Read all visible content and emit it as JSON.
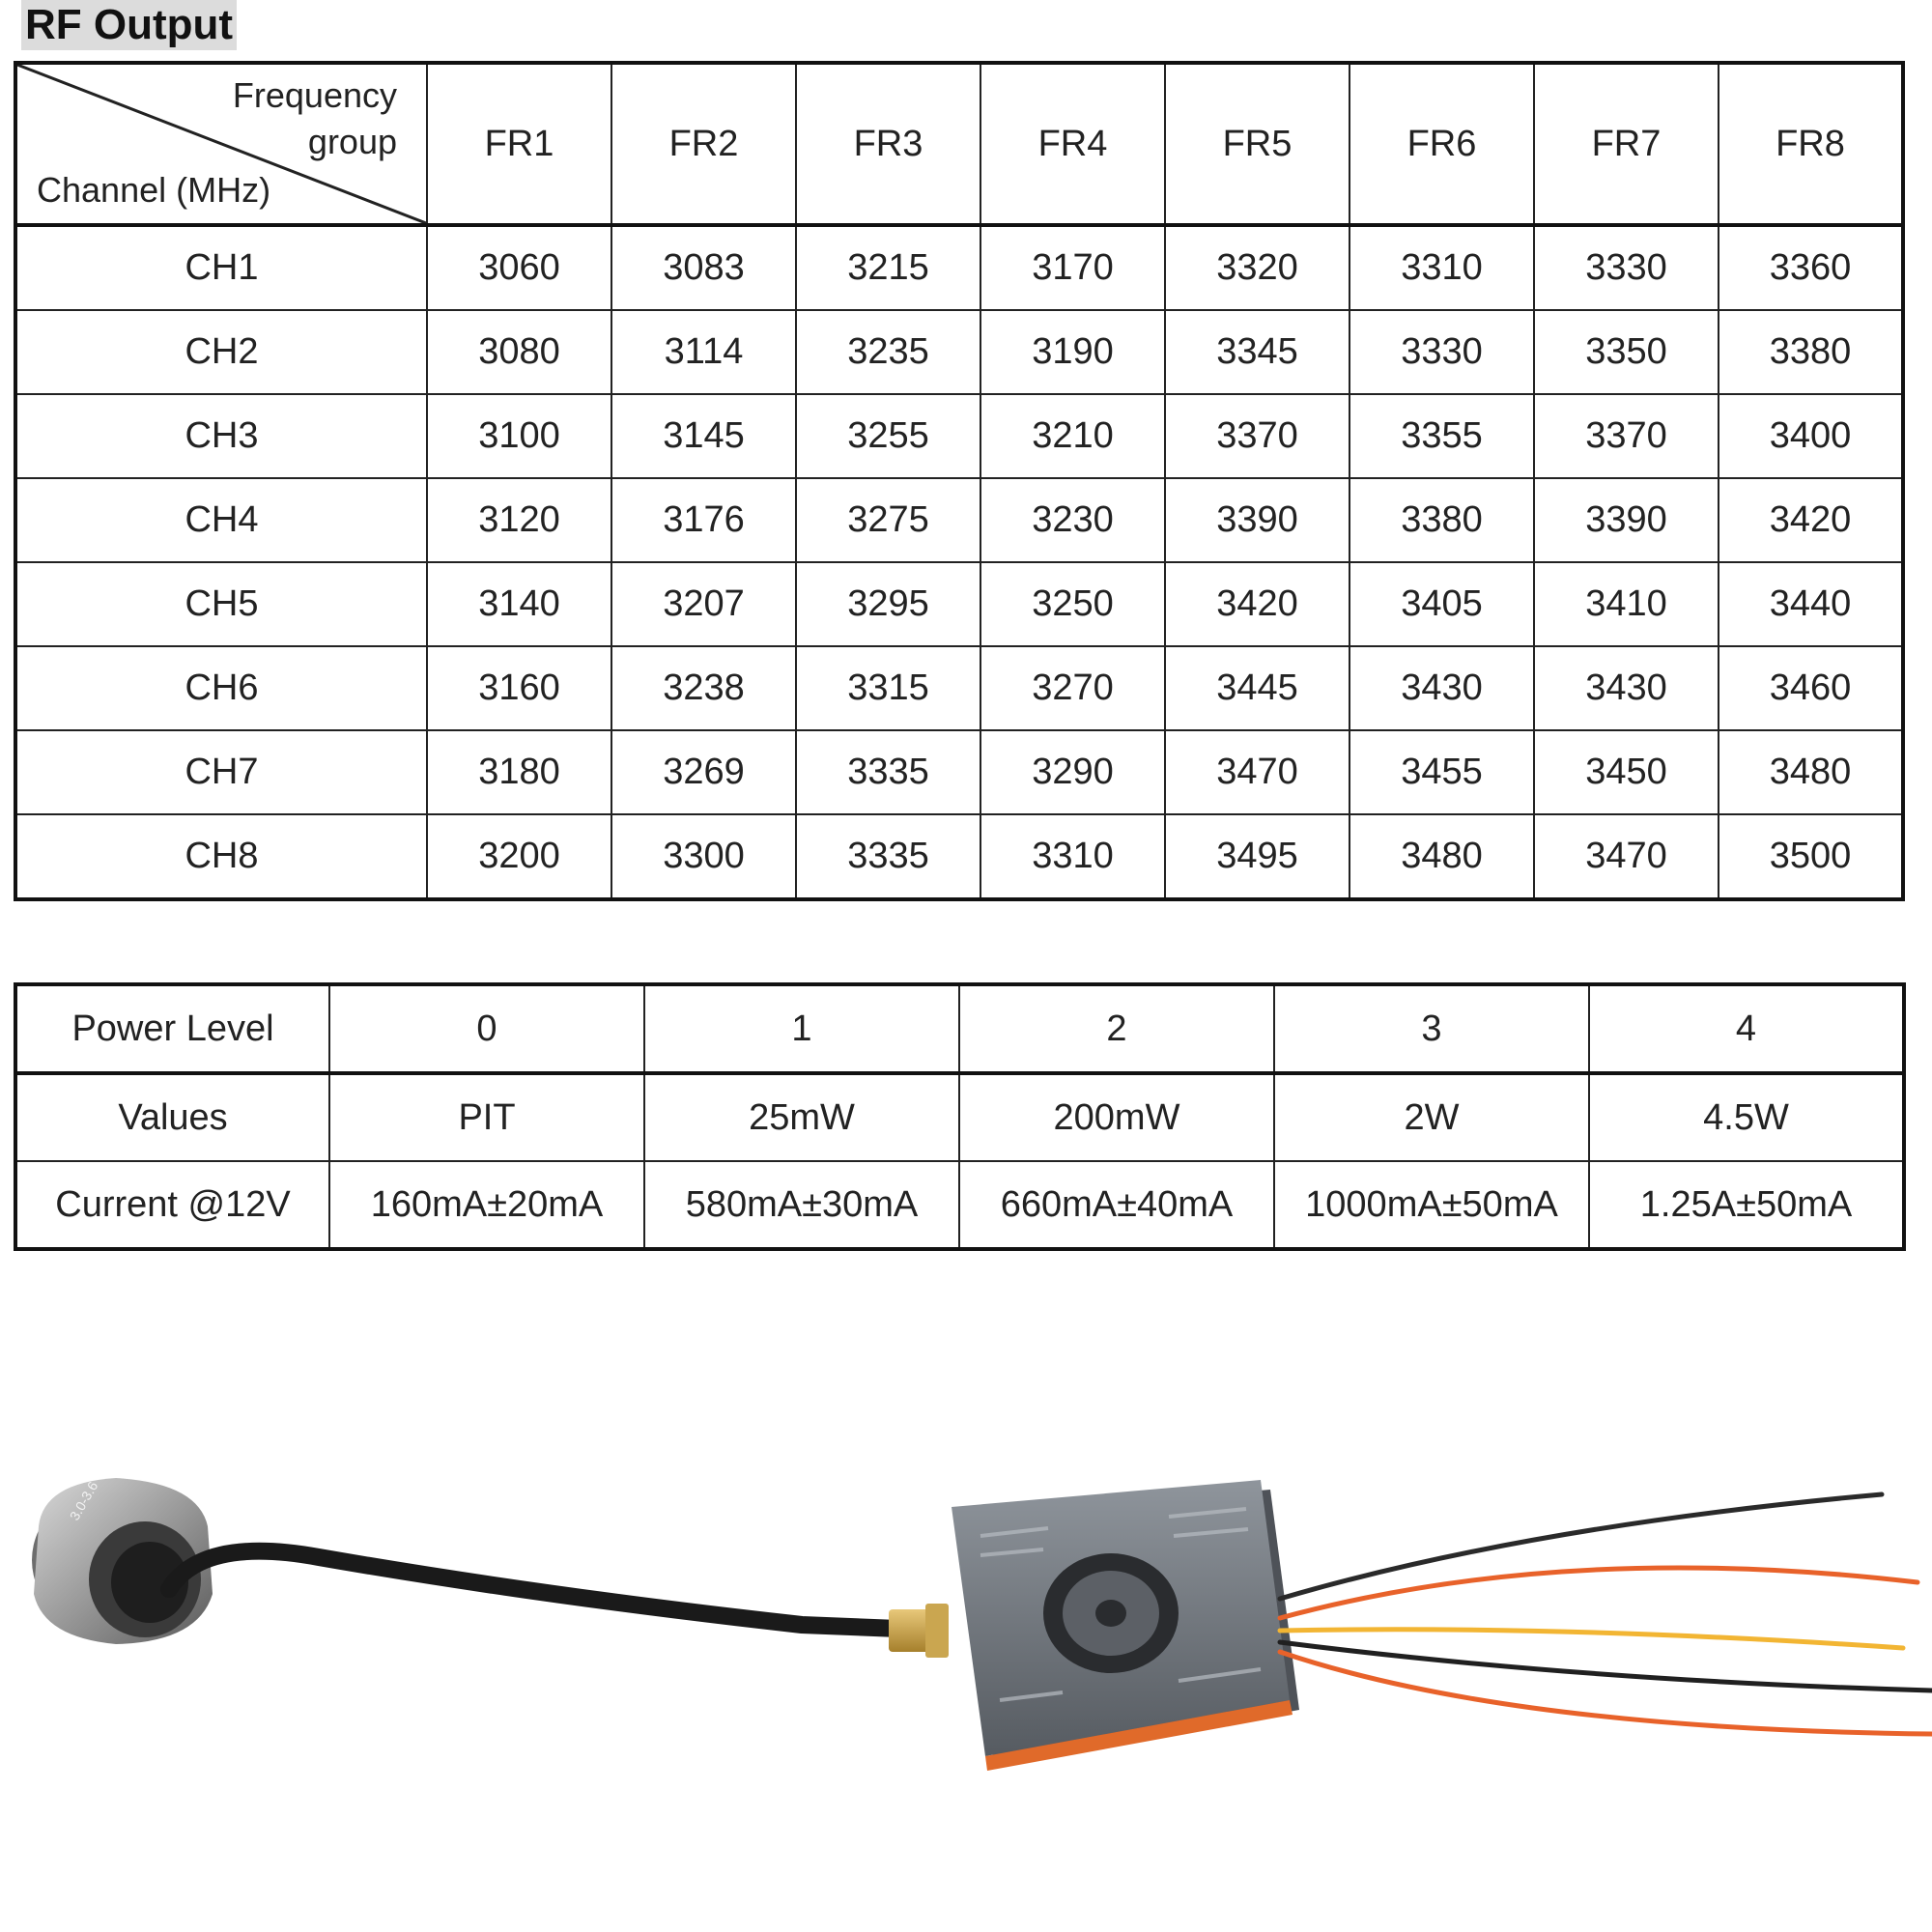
{
  "title": "RF Output",
  "frequency_table": {
    "corner_top": "Frequency group",
    "corner_bottom": "Channel (MHz)",
    "columns": [
      "FR1",
      "FR2",
      "FR3",
      "FR4",
      "FR5",
      "FR6",
      "FR7",
      "FR8"
    ],
    "rows": [
      {
        "label": "CH1",
        "values": [
          "3060",
          "3083",
          "3215",
          "3170",
          "3320",
          "3310",
          "3330",
          "3360"
        ]
      },
      {
        "label": "CH2",
        "values": [
          "3080",
          "3114",
          "3235",
          "3190",
          "3345",
          "3330",
          "3350",
          "3380"
        ]
      },
      {
        "label": "CH3",
        "values": [
          "3100",
          "3145",
          "3255",
          "3210",
          "3370",
          "3355",
          "3370",
          "3400"
        ]
      },
      {
        "label": "CH4",
        "values": [
          "3120",
          "3176",
          "3275",
          "3230",
          "3390",
          "3380",
          "3390",
          "3420"
        ]
      },
      {
        "label": "CH5",
        "values": [
          "3140",
          "3207",
          "3295",
          "3250",
          "3420",
          "3405",
          "3410",
          "3440"
        ]
      },
      {
        "label": "CH6",
        "values": [
          "3160",
          "3238",
          "3315",
          "3270",
          "3445",
          "3430",
          "3430",
          "3460"
        ]
      },
      {
        "label": "CH7",
        "values": [
          "3180",
          "3269",
          "3335",
          "3290",
          "3470",
          "3455",
          "3450",
          "3480"
        ]
      },
      {
        "label": "CH8",
        "values": [
          "3200",
          "3300",
          "3335",
          "3310",
          "3495",
          "3480",
          "3470",
          "3500"
        ]
      }
    ]
  },
  "power_table": {
    "rows": [
      {
        "label": "Power Level",
        "values": [
          "0",
          "1",
          "2",
          "3",
          "4"
        ]
      },
      {
        "label": "Values",
        "values": [
          "PIT",
          "25mW",
          "200mW",
          "2W",
          "4.5W"
        ]
      },
      {
        "label": "Current @12V",
        "values": [
          "160mA±20mA",
          "580mA±30mA",
          "660mA±40mA",
          "1000mA±50mA",
          "1.25A±50mA"
        ]
      }
    ]
  },
  "photo": {
    "antenna_label": "3.0-3.6"
  }
}
